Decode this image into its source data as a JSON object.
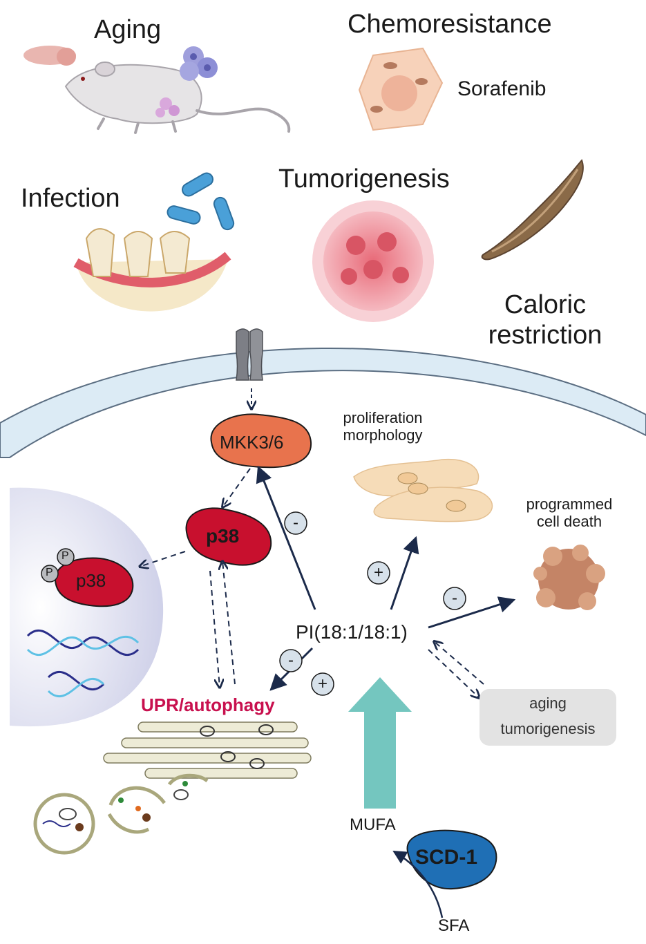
{
  "conditions": {
    "aging": "Aging",
    "chemoresistance": "Chemoresistance",
    "sorafenib": "Sorafenib",
    "infection": "Infection",
    "tumorigenesis": "Tumorigenesis",
    "caloric_line1": "Caloric",
    "caloric_line2": "restriction"
  },
  "pathway": {
    "mkk": "MKK3/6",
    "p38": "p38",
    "p38_nuclear": "p38",
    "phospho": "P",
    "pi": "PI(18:1/18:1)",
    "upr": "UPR/autophagy",
    "mufa": "MUFA",
    "scd1": "SCD-1",
    "sfa": "SFA",
    "prolif_line1": "proliferation",
    "prolif_line2": "morphology",
    "death_line1": "programmed",
    "death_line2": "cell death",
    "aging_box_line1": "aging",
    "aging_box_line2": "tumorigenesis"
  },
  "signs": {
    "minus": "-",
    "plus": "+"
  },
  "colors": {
    "mkk": "#e8734d",
    "p38": "#c8102e",
    "scd1": "#1f6fb5",
    "upr_text": "#c8104e",
    "teal_arrow": "#74c6bf",
    "membrane": "#dcebf5",
    "nucleus": "#d9dbee",
    "arrow": "#1b2a4a"
  }
}
